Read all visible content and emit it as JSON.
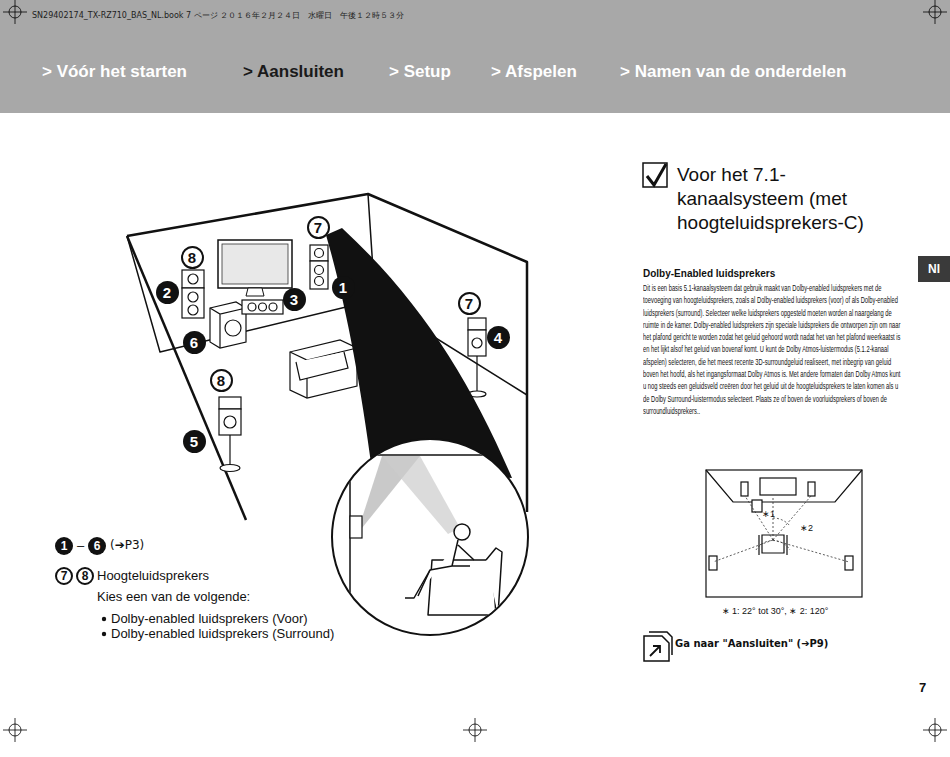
{
  "diagram": {
    "title": "Voor het 7.1-kanaalsysteem (met hoogteluidsprekers-C)",
    "nodes": [
      {
        "text": [
          "> Vóór het starten",
          "> Aansluiten",
          "> Setup",
          "> Afspelen",
          "> Namen van de onderdelen"
        ]
      },
      {
        "text": [
          "Nl"
        ]
      }
    ],
    "labels": [
      "SN29402174_TX-RZ710_BAS_NL.book  7 ページ  ２０１６年２月２４日　水曜日　午後１２時５３分",
      "Dolby-Enabled luidsprekers",
      "Dit is een basis 5.1-kanaalsysteem dat gebruik maakt van Dolby-enabled luidsprekers met de toevoeging van hoogteluidsprekers, zoals al Dolby-enabled luidsprekers (voor) of als Dolby-enabled luidsprekers (surround). Selecteer welke luidsprekers opgesteld moeten worden al naargelang de ruimte in de kamer. Dolby-enabled luidsprekers zijn speciale luidsprekers die ontworpen zijn om naar het plafond gericht te worden zodat het geluid gehoord wordt nadat het van het plafond weerkaatst is en het lijkt alsof het geluid van bovenaf komt. U kunt de Dolby Atmos-luistermodus (5.1.2-kanaal afspelen) selecteren, die het meest recente 3D-surroundgeluid realiseert, met inbegrip van geluid boven het hoofd, als het ingangsformaat Dolby Atmos is. Met andere formaten dan Dolby Atmos kunt u nog steeds een geluidsveld creëren door het geluid uit de hoogteluidsprekers te laten komen als u de Dolby Surround-luistermodus selecteert. Plaats ze of boven de voorluidsprekers of boven de surroundluidsprekers..",
      "7",
      "8",
      "2",
      "3",
      "1",
      "6",
      "7",
      "4",
      "8",
      "5",
      "1",
      "–",
      "6",
      "(➔P3)",
      "7",
      "8",
      "Hoogteluidsprekers",
      "Kies een van de volgende:",
      "Dolby-enabled luidsprekers (Voor)",
      "Dolby-enabled luidsprekers (Surround)",
      "∗1",
      "∗2",
      "∗ 1: 22° tot 30°, ∗ 2: 120°",
      "Ga naar \"Aansluiten\" (➔P9)",
      "7"
    ]
  }
}
